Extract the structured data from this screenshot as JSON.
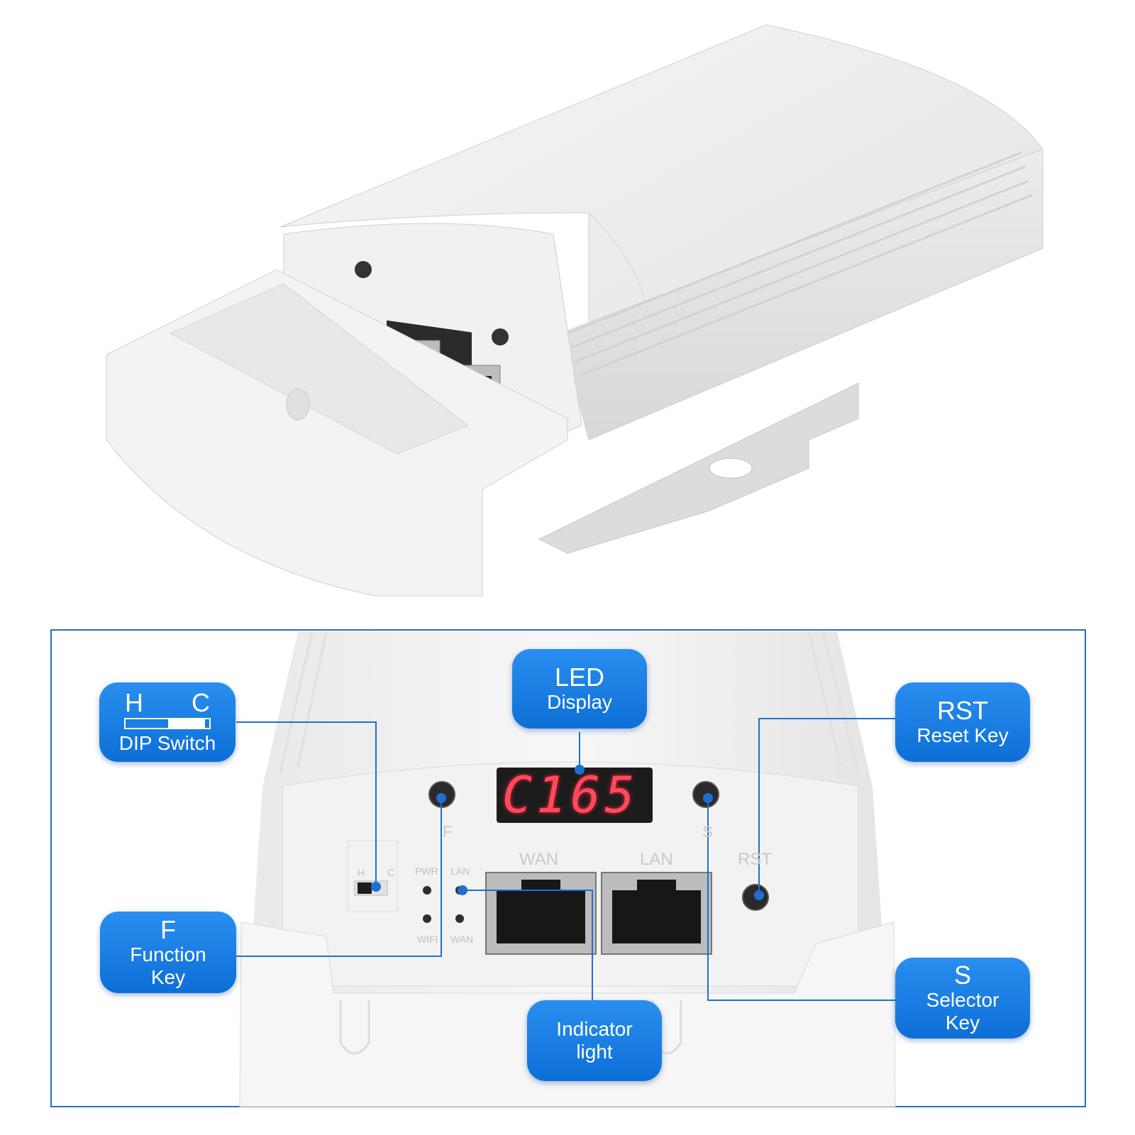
{
  "callouts": {
    "dip_switch": {
      "h": "H",
      "c": "C",
      "label": "DIP Switch"
    },
    "led_display": {
      "line1": "LED",
      "line2": "Display"
    },
    "rst": {
      "line1": "RST",
      "line2": "Reset Key"
    },
    "f_key": {
      "line1": "F",
      "line2": "Function",
      "line3": "Key"
    },
    "indicator": {
      "line1": "Indicator",
      "line2": "light"
    },
    "s_key": {
      "line1": "S",
      "line2": "Selector",
      "line3": "Key"
    }
  },
  "device_labels": {
    "led_value": "C165",
    "f": "F",
    "s": "S",
    "wan": "WAN",
    "lan": "LAN",
    "rst": "RST",
    "pwr": "PWR",
    "lan_small": "LAN",
    "wifi": "WIFI",
    "wan_small": "WAN",
    "h": "H",
    "c": "C"
  },
  "colors": {
    "callout_blue": "#1a7ee6",
    "frame_blue": "#2b6cc4",
    "led_red": "#ff4a5a",
    "line_blue": "#1f6fd0"
  }
}
